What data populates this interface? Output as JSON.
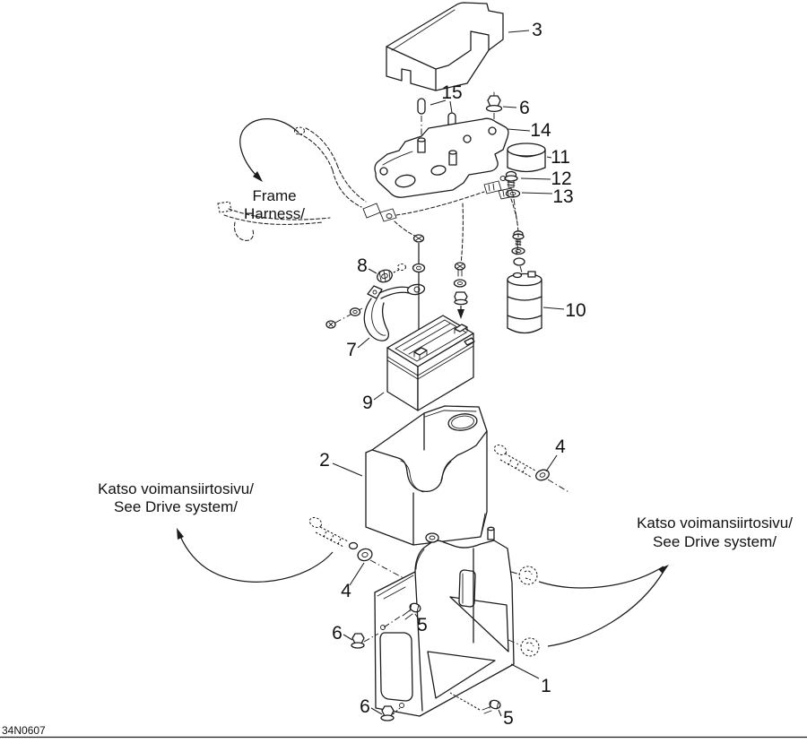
{
  "drawing": {
    "code": "34N0607",
    "colors": {
      "line": "#1c1c1c",
      "background": "#ffffff"
    }
  },
  "labels": {
    "frame_harness": {
      "line1": "Frame",
      "line2": "Harness/"
    },
    "drive_left": {
      "line1": "Katso voimansiirtosivu/",
      "line2": "See Drive system/"
    },
    "drive_right": {
      "line1": "Katso voimansiirtosivu/",
      "line2": "See Drive system/"
    }
  },
  "callouts": {
    "cover": {
      "label": "3"
    },
    "pin": {
      "label": "15"
    },
    "nut_top": {
      "label": "6"
    },
    "support_plate": {
      "label": "14"
    },
    "rubber_cap": {
      "label": "11"
    },
    "screw_small": {
      "label": "12"
    },
    "washer_small": {
      "label": "13"
    },
    "grommet": {
      "label": "8"
    },
    "strap": {
      "label": "7"
    },
    "solenoid": {
      "label": "10"
    },
    "battery": {
      "label": "9"
    },
    "battery_box": {
      "label": "2"
    },
    "bolt_right": {
      "label": "4"
    },
    "bolt_left": {
      "label": "4"
    },
    "screw_upper": {
      "label": "5"
    },
    "nut_mid": {
      "label": "6"
    },
    "bracket": {
      "label": "1"
    },
    "nut_bottom": {
      "label": "6"
    },
    "screw_bottom": {
      "label": "5"
    }
  }
}
